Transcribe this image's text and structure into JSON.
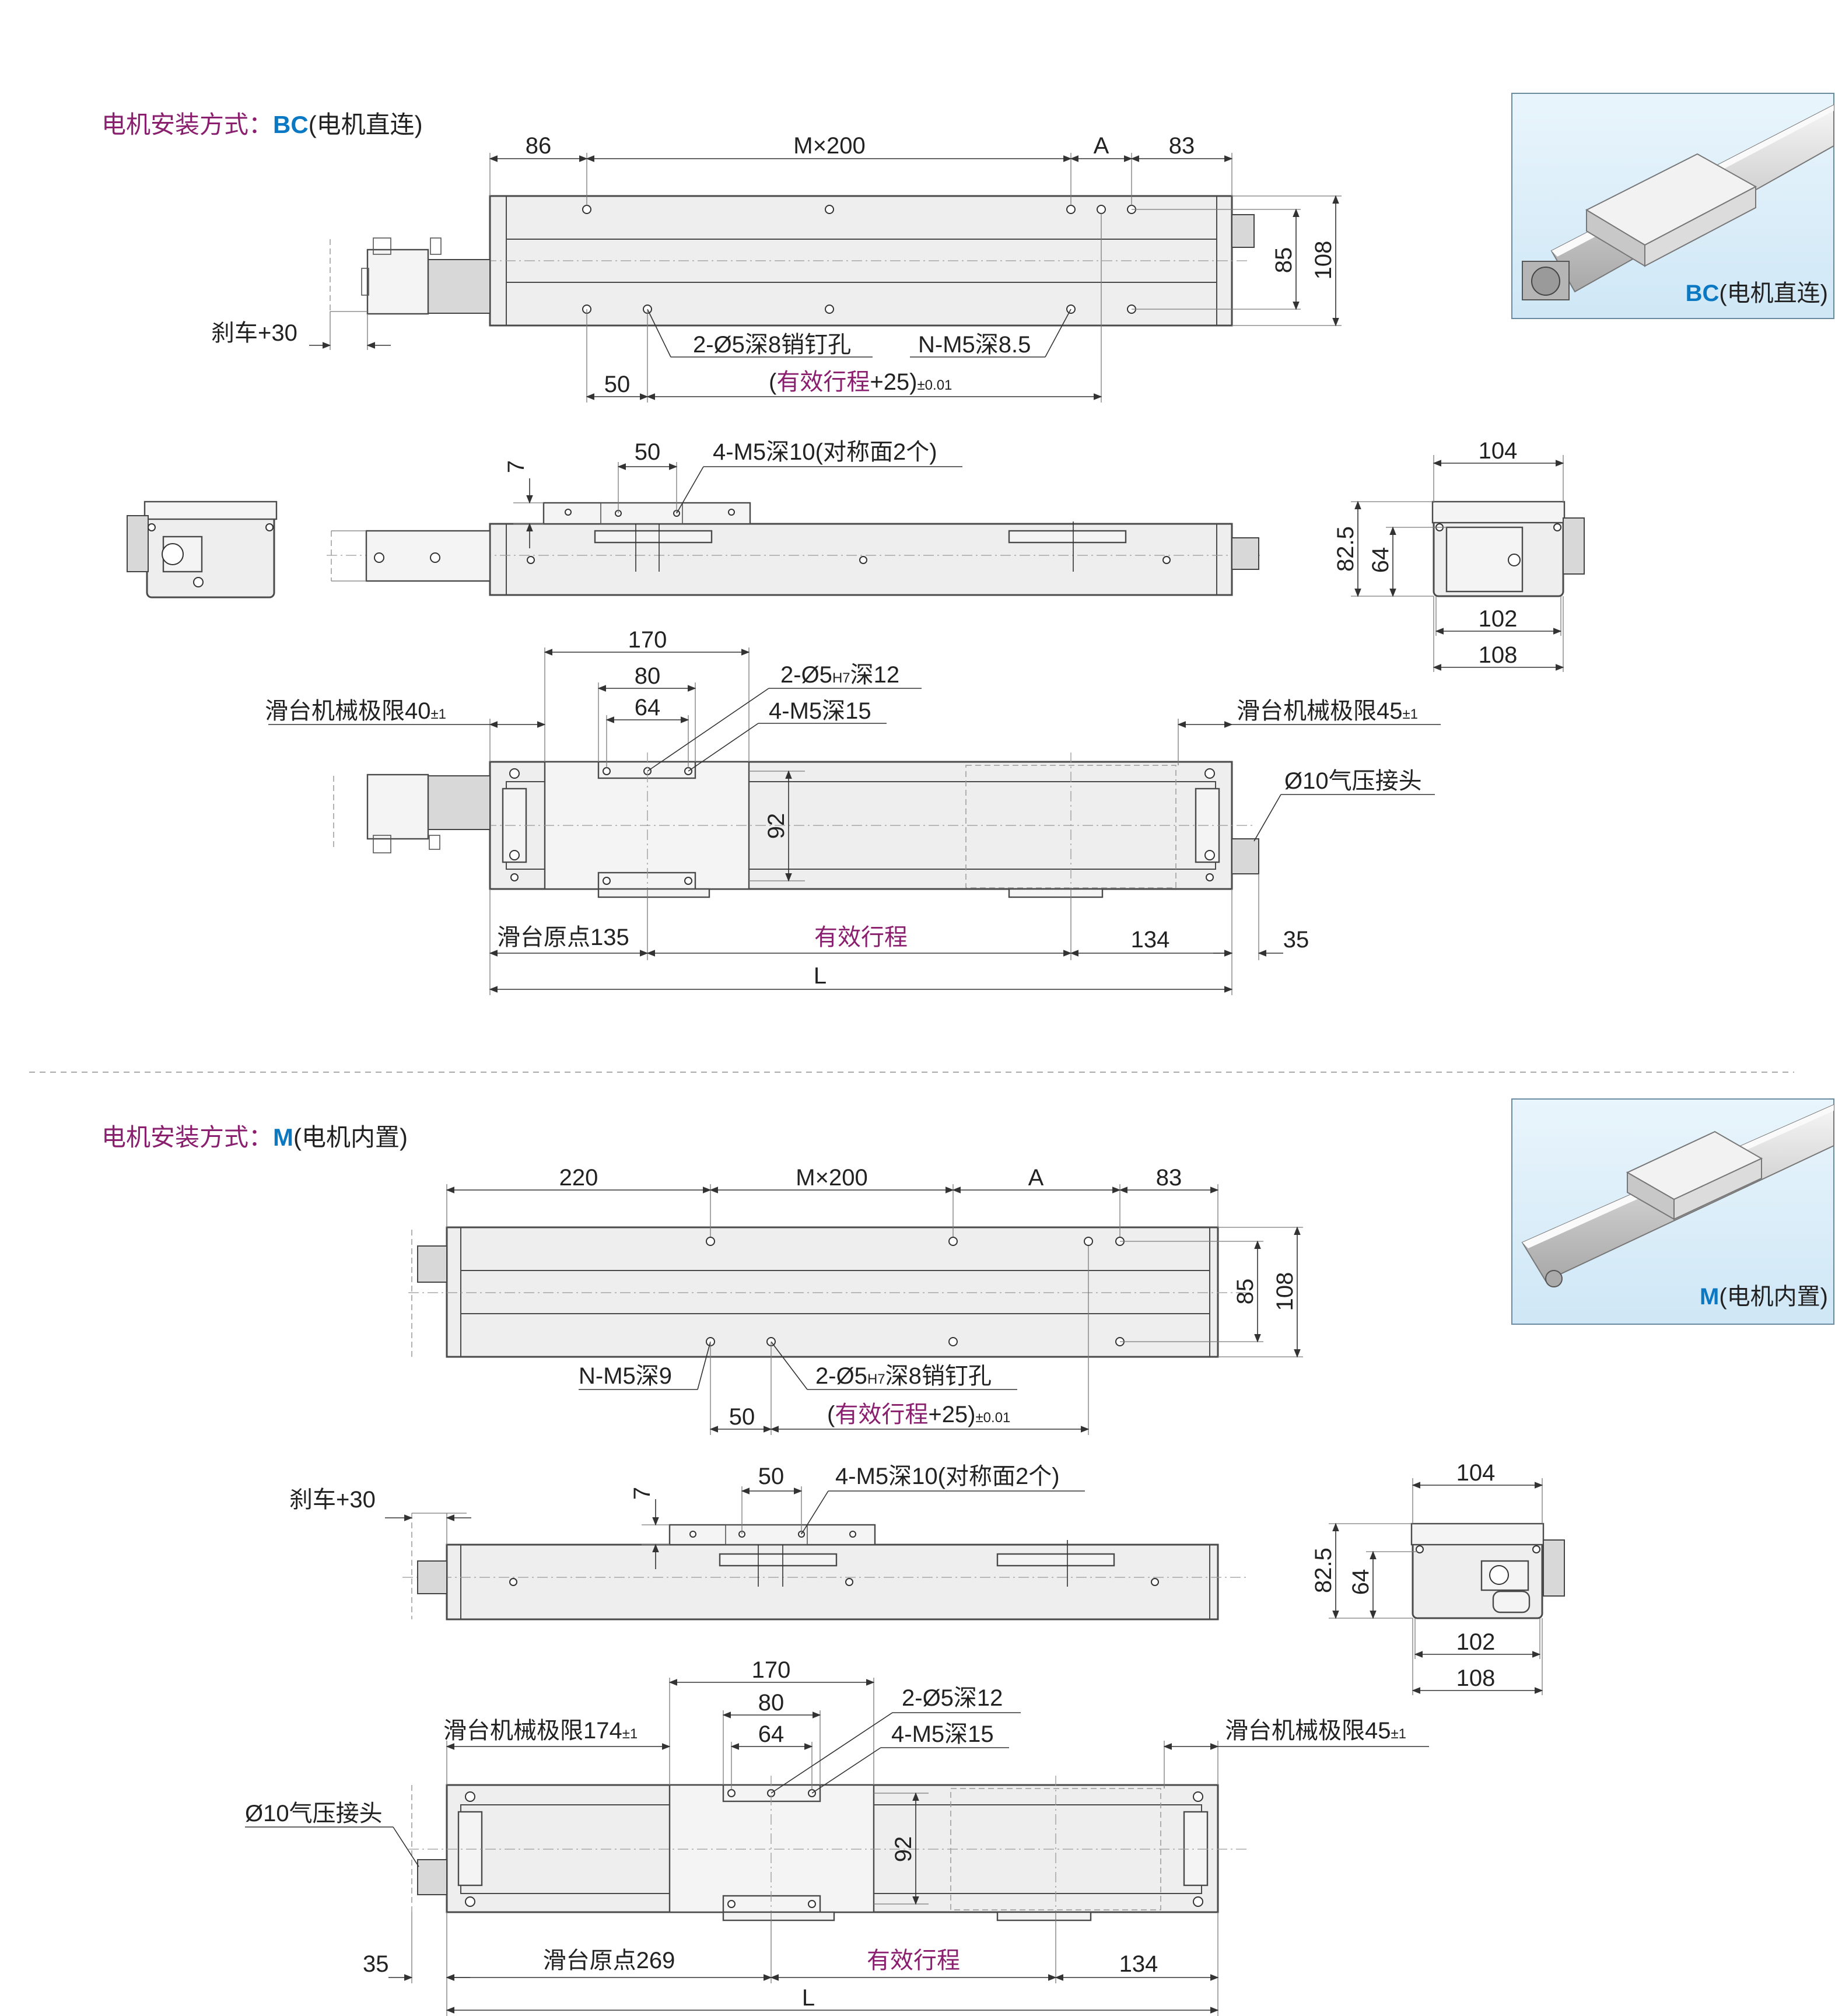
{
  "colors": {
    "heading": "#8a1f6f",
    "accent": "#0a78c2",
    "body_fill": "#eeeeef",
    "outline": "#4a4a4a",
    "photo_bg": "#dbeef9"
  },
  "bc": {
    "heading_prefix": "电机安装方式：",
    "heading_code": "BC",
    "heading_suffix": "(电机直连)",
    "photo_caption_code": "BC",
    "photo_caption_text": "(电机直连)",
    "top": {
      "d86": "86",
      "dm200": "M×200",
      "dA": "A",
      "d83": "83",
      "d85": "85",
      "d108": "108",
      "brake": "刹车+30",
      "pin_holes": "2-Ø5深8销钉孔",
      "n_m5": "N-M5深8.5",
      "d50": "50",
      "stroke_paren_open": "(",
      "stroke_label": "有效行程",
      "stroke_plus": "+25)",
      "stroke_tol": "±0.01"
    },
    "side": {
      "d7": "7",
      "d50": "50",
      "m5_10": "4-M5深10(对称面2个)"
    },
    "end": {
      "d104": "104",
      "d82_5": "82.5",
      "d64": "64",
      "d102": "102",
      "d108": "108"
    },
    "plan": {
      "d170": "170",
      "d80": "80",
      "d64": "64",
      "pin": "2-Ø5",
      "pin_sub": "H7",
      "pin_rest": "深12",
      "m5_15": "4-M5深15",
      "limit_left": "滑台机械极限40",
      "limit_left_tol": "±1",
      "limit_right": "滑台机械极限45",
      "limit_right_tol": "±1",
      "air": "Ø10气压接头",
      "d92": "92",
      "origin": "滑台原点135",
      "stroke": "有效行程",
      "d134": "134",
      "d35": "35",
      "L": "L"
    }
  },
  "m": {
    "heading_prefix": "电机安装方式：",
    "heading_code": "M",
    "heading_suffix": "(电机内置)",
    "photo_caption_code": "M",
    "photo_caption_text": "(电机内置)",
    "top": {
      "d220": "220",
      "dm200": "M×200",
      "dA": "A",
      "d83": "83",
      "d85": "85",
      "d108": "108",
      "n_m5": "N-M5深9",
      "pin_a": "2-Ø5",
      "pin_sub": "H7",
      "pin_b": "深8销钉孔",
      "d50": "50",
      "stroke_paren_open": "(",
      "stroke_label": "有效行程",
      "stroke_plus": "+25)",
      "stroke_tol": "±0.01"
    },
    "side": {
      "brake": "刹车+30",
      "d7": "7",
      "d50": "50",
      "m5_10": "4-M5深10(对称面2个)"
    },
    "end": {
      "d104": "104",
      "d82_5": "82.5",
      "d64": "64",
      "d102": "102",
      "d108": "108"
    },
    "plan": {
      "d170": "170",
      "d80": "80",
      "d64": "64",
      "pin": "2-Ø5深12",
      "m5_15": "4-M5深15",
      "limit_left": "滑台机械极限174",
      "limit_left_tol": "±1",
      "limit_right": "滑台机械极限45",
      "limit_right_tol": "±1",
      "air": "Ø10气压接头",
      "d92": "92",
      "d35": "35",
      "origin": "滑台原点269",
      "stroke": "有效行程",
      "d134": "134",
      "L": "L"
    }
  }
}
